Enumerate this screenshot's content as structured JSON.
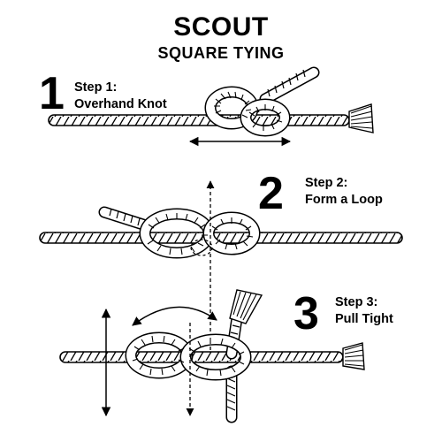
{
  "header": {
    "title": "SCOUT",
    "subtitle": "SQUARE TYING"
  },
  "steps": [
    {
      "number": "1",
      "label": "Step 1:",
      "description": "Overhand Knot"
    },
    {
      "number": "2",
      "label": "Step 2:",
      "description": "Form a Loop"
    },
    {
      "number": "3",
      "label": "Step 3:",
      "description": "Pull Tight"
    }
  ],
  "stock_id": "163828570"
}
